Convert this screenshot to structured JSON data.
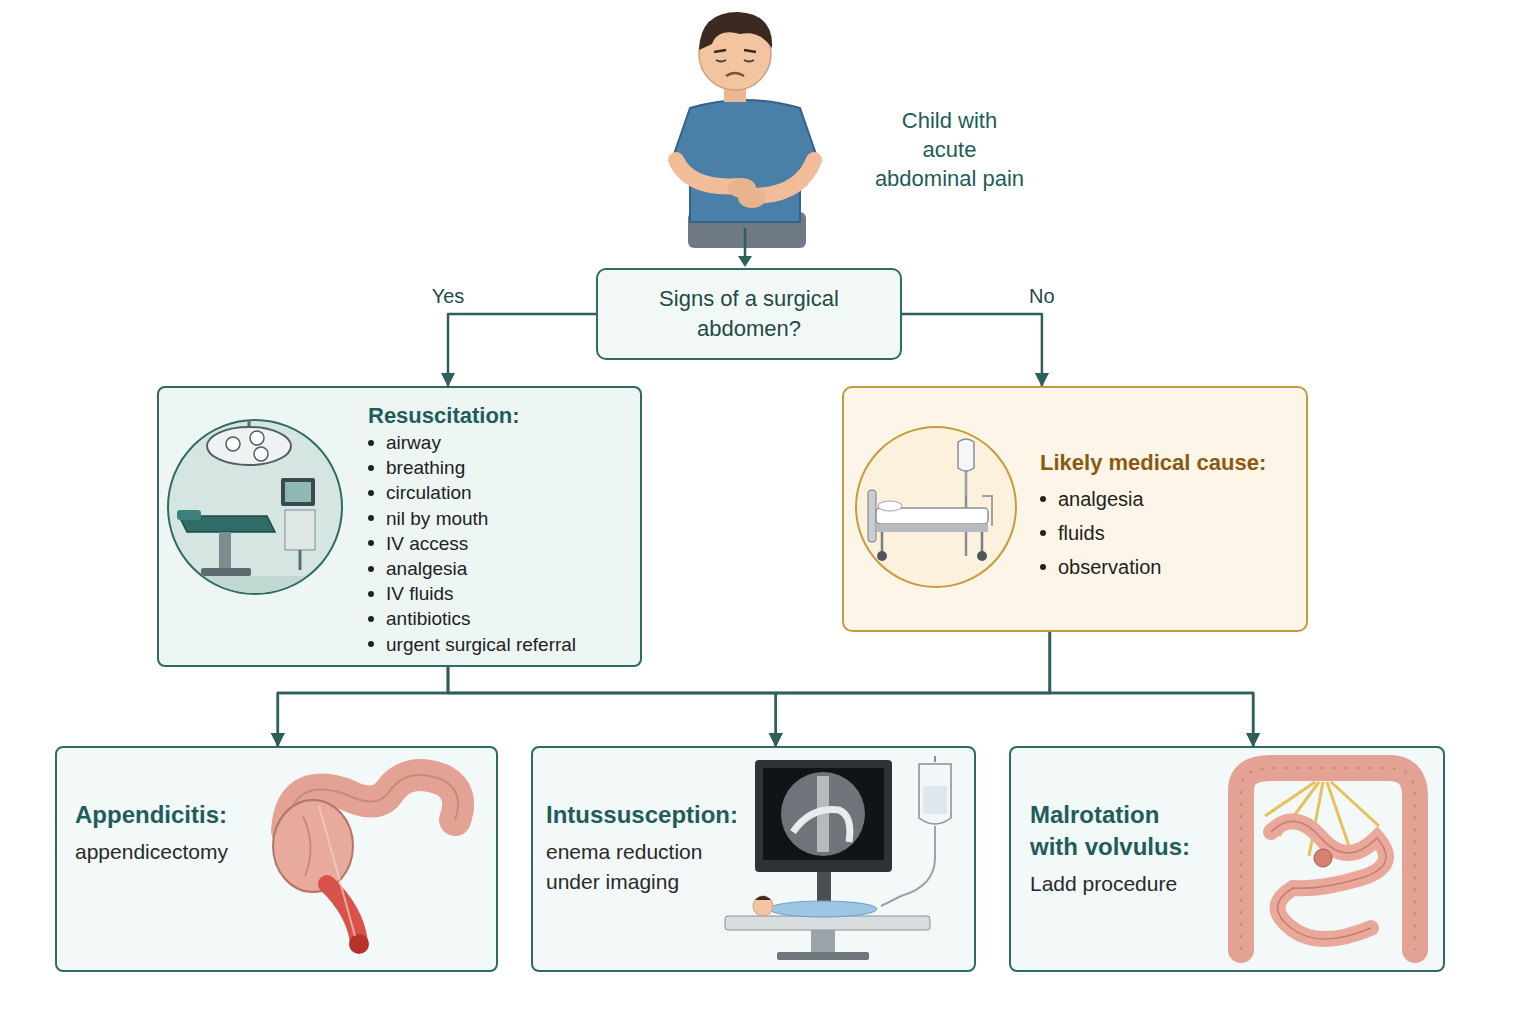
{
  "diagram": {
    "nodes": [
      {
        "text": [
          "Signs of a surgical abdomen?"
        ]
      },
      {
        "text": [
          "Resuscitation:",
          "airway",
          "breathing",
          "circulation",
          "nil by mouth",
          "IV access",
          "analgesia",
          "IV fluids",
          "antibiotics",
          "urgent surgical referral"
        ]
      },
      {
        "text": [
          "Likely medical cause:",
          "analgesia",
          "fluids",
          "observation"
        ]
      },
      {
        "text": [
          "Appendicitis:",
          "appendicectomy"
        ]
      },
      {
        "text": [
          "Intussusception:",
          "enema reduction under imaging"
        ]
      },
      {
        "text": [
          "Malrotation with volvulus:",
          "Ladd procedure"
        ]
      }
    ],
    "edges": [
      {
        "from": 0,
        "to": 1,
        "label": "Yes",
        "arrow": "to"
      },
      {
        "from": 0,
        "to": 2,
        "label": "No",
        "arrow": "to"
      },
      {
        "from": 1,
        "to": 3,
        "arrow": "to"
      },
      {
        "from": 1,
        "to": 4,
        "arrow": "to"
      },
      {
        "from": 1,
        "to": 5,
        "arrow": "to"
      },
      {
        "from": 2,
        "to": 3,
        "arrow": "to"
      },
      {
        "from": 2,
        "to": 4,
        "arrow": "to"
      },
      {
        "from": 2,
        "to": 5,
        "arrow": "to"
      }
    ],
    "labels": [
      "Child with acute abdominal pain"
    ]
  }
}
